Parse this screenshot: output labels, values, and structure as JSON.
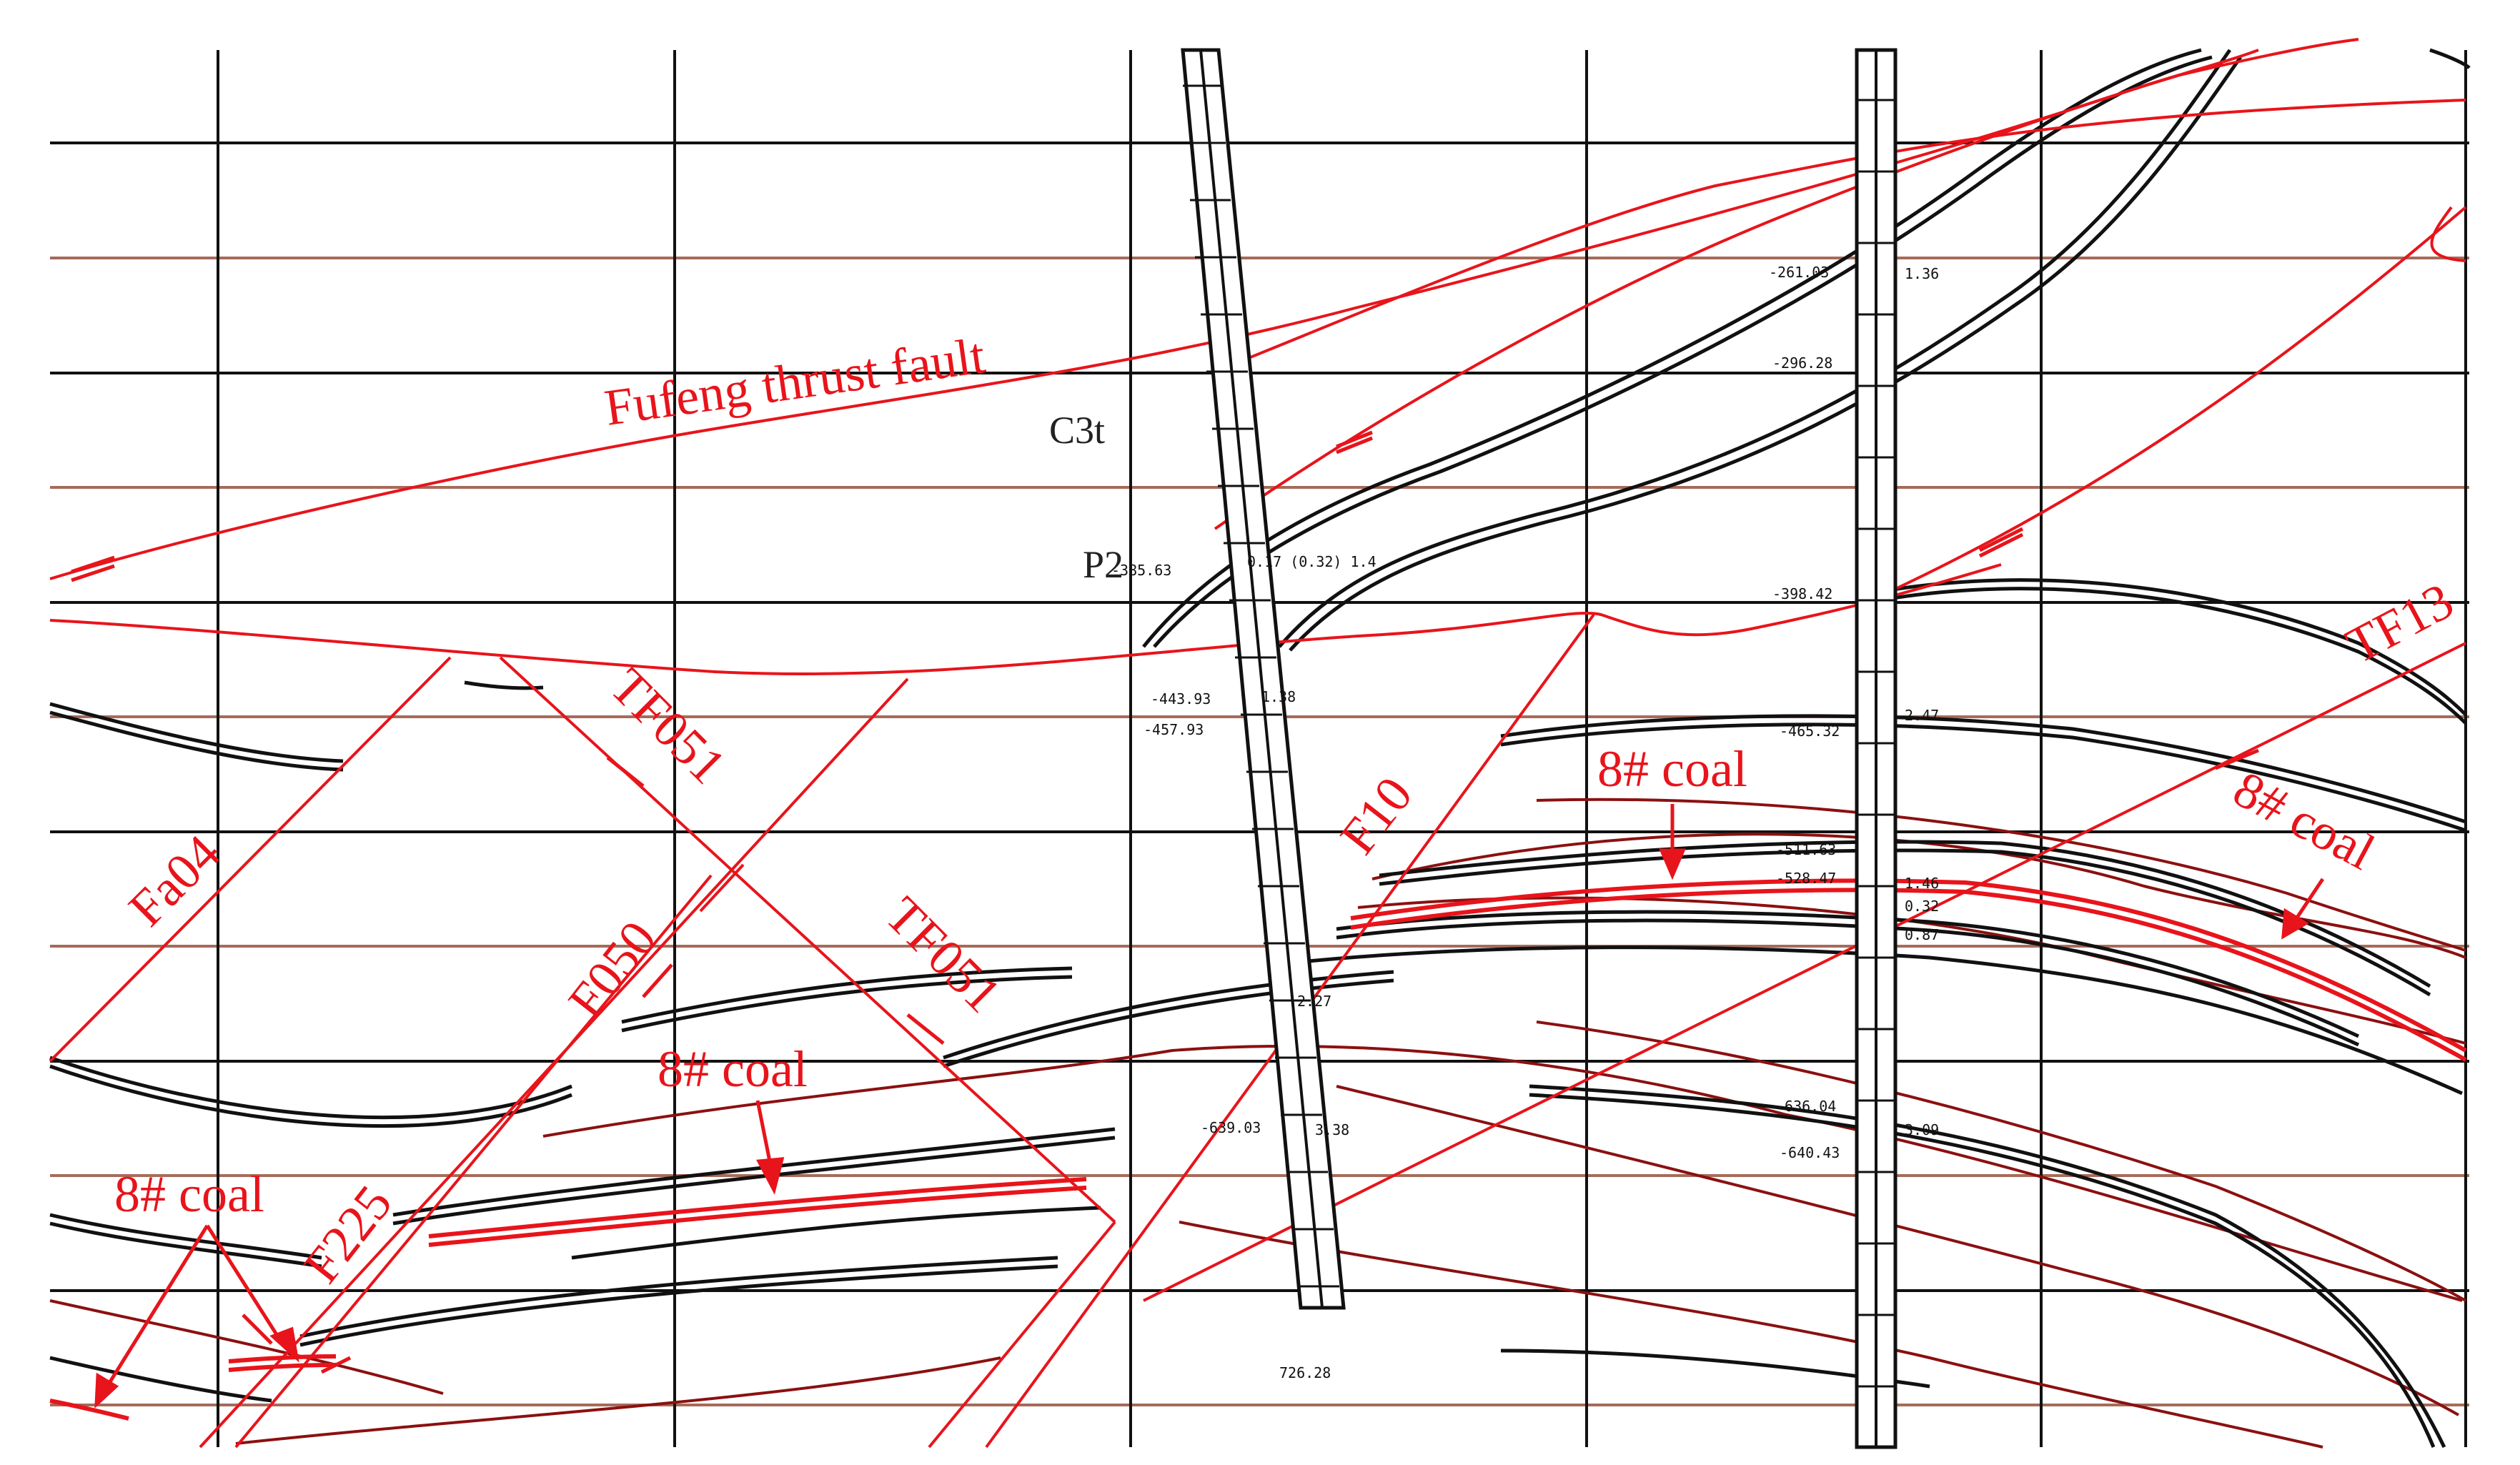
{
  "colors": {
    "fault": "#e8141b",
    "coal_seam": "#e8141b",
    "grid_major": "#111111",
    "grid_minor": "#a66b5a",
    "strata": "#111111",
    "contour": "#8b1010",
    "borehole": "#111111"
  },
  "labels": {
    "fufeng": "Fufeng thrust fault",
    "fa04": "Fa04",
    "tf051_upper": "TF051",
    "tf051_lower": "TF051",
    "f050": "F050",
    "f10": "F10",
    "tf13": "TF13",
    "f225": "F225",
    "coal_center": "8# coal",
    "coal_mid": "8# coal",
    "coal_right": "8# coal",
    "coal_left": "8# coal"
  },
  "strata": {
    "c3t": "C3t",
    "p2": "P2"
  },
  "boreholes": {
    "left_bottom": "726.28"
  },
  "annotations": {
    "a1": "-261.03",
    "a2": "1.36",
    "a3": "-296.28",
    "a4": "-398.42",
    "a5": "-385.63",
    "a6": "0.17 (0.32) 1.4",
    "a7": "-443.93",
    "a8": "1.38",
    "a9": "-457.93",
    "a10": "2.47",
    "a11": "-465.32",
    "a12": "-511.63",
    "a13": "-528.47",
    "a14": "1.46",
    "a15": "0.32",
    "a16": "0.87",
    "a17": "-639.03",
    "a18": "3.38",
    "a19": "-636.04",
    "a20": "3.09",
    "a21": "-640.43",
    "a22": "2.27"
  }
}
